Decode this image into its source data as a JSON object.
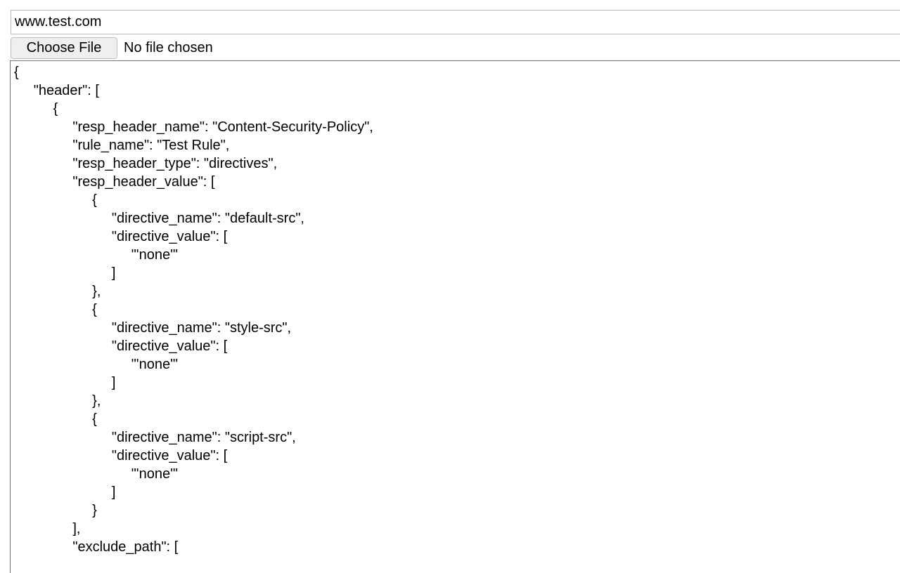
{
  "url_input": {
    "value": "www.test.com"
  },
  "file_picker": {
    "button_label": "Choose File",
    "status_text": "No file chosen"
  },
  "json_editor": {
    "value": "{\n\t\"header\": [\n\t\t{\n\t\t\t\"resp_header_name\": \"Content-Security-Policy\",\n\t\t\t\"rule_name\": \"Test Rule\",\n\t\t\t\"resp_header_type\": \"directives\",\n\t\t\t\"resp_header_value\": [\n\t\t\t\t{\n\t\t\t\t\t\"directive_name\": \"default-src\",\n\t\t\t\t\t\"directive_value\": [\n\t\t\t\t\t\t\"'none'\"\n\t\t\t\t\t]\n\t\t\t\t},\n\t\t\t\t{\n\t\t\t\t\t\"directive_name\": \"style-src\",\n\t\t\t\t\t\"directive_value\": [\n\t\t\t\t\t\t\"'none'\"\n\t\t\t\t\t]\n\t\t\t\t},\n\t\t\t\t{\n\t\t\t\t\t\"directive_name\": \"script-src\",\n\t\t\t\t\t\"directive_value\": [\n\t\t\t\t\t\t\"'none'\"\n\t\t\t\t\t]\n\t\t\t\t}\n\t\t\t],\n\t\t\t\"exclude_path\": ["
  }
}
